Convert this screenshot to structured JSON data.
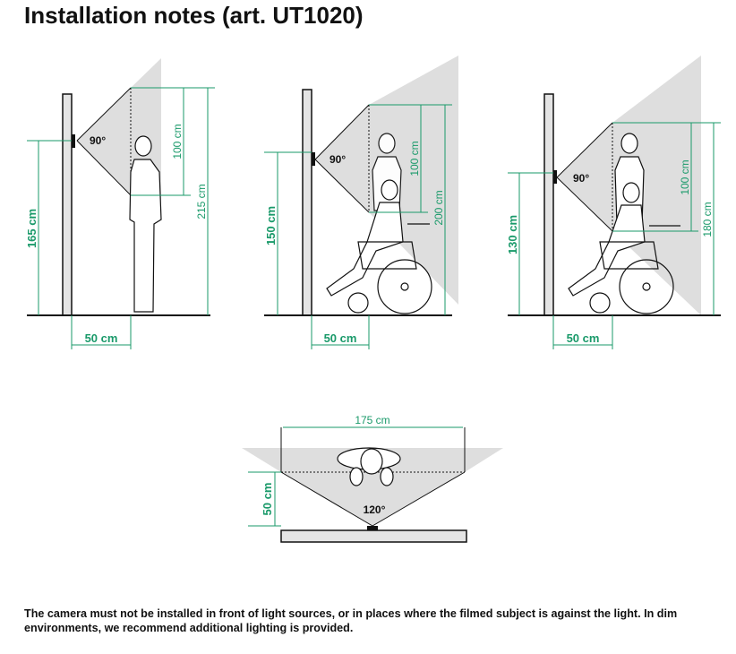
{
  "title": "Installation notes (art. UT1020)",
  "diagrams": [
    {
      "angle": "90°",
      "camera_height": "165 cm",
      "coverage": "100 cm",
      "total_height": "215 cm",
      "distance": "50 cm"
    },
    {
      "angle": "90°",
      "camera_height": "150 cm",
      "coverage": "100 cm",
      "total_height": "200 cm",
      "distance": "50 cm"
    },
    {
      "angle": "90°",
      "camera_height": "130 cm",
      "coverage": "100 cm",
      "total_height": "180 cm",
      "distance": "50 cm"
    }
  ],
  "top_view": {
    "width": "175 cm",
    "distance": "50 cm",
    "angle": "120°"
  },
  "note": "The camera must not be installed in front of light sources, or in places where the filmed subject is against the light. In dim environments, we recommend additional lighting is provided.",
  "colors": {
    "dimension": "#1a9a6a",
    "shade": "#dedede"
  }
}
